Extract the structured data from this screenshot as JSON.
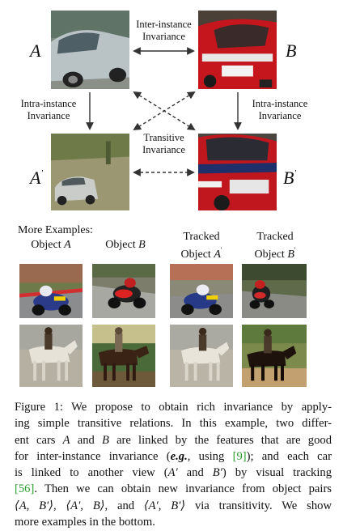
{
  "labels": {
    "a": "A",
    "b": "B",
    "a_prime": "A",
    "b_prime": "B",
    "prime_mark": "'"
  },
  "relations": {
    "inter_line1": "Inter-instance",
    "inter_line2": "Invariance",
    "intra_left_line1": "Intra-instance",
    "intra_left_line2": "Invariance",
    "intra_right_line1": "Intra-instance",
    "intra_right_line2": "Invariance",
    "transitive_line1": "Transitive",
    "transitive_line2": "Invariance"
  },
  "examples": {
    "heading": "More Examples:",
    "col1_text": "Object ",
    "col1_var": "A",
    "col2_text": "Object ",
    "col2_var": "B",
    "col3_line1": "Tracked",
    "col3_text": "Object ",
    "col3_var": "A",
    "col4_line1": "Tracked",
    "col4_text": "Object ",
    "col4_var": "B",
    "prime_mark": "'"
  },
  "caption": {
    "l1": "Figure 1: We propose to obtain rich invariance by apply-",
    "l2": "ing simple transitive relations. In this example, two differ-",
    "l3_a": "ent cars ",
    "l3_A": "A",
    "l3_b": " and ",
    "l3_B": "B",
    "l3_c": " are linked by the features that are good",
    "l4_a": "for inter-instance invariance (",
    "l4_eg": "e.g.",
    "l4_b": ", using ",
    "l4_cite": "[9]",
    "l4_c": "); and each car",
    "l5_a": "is linked to another view (",
    "l5_m1": "A′",
    "l5_b": " and ",
    "l5_m2": "B′",
    "l5_c": ") by visual tracking",
    "l6_cite": "[56]",
    "l6_a": ". Then we can obtain new invariance from object pairs",
    "l7_m1": "⟨A, B′⟩",
    "l7_a": ", ",
    "l7_m2": "⟨A′, B⟩",
    "l7_b": ", and ",
    "l7_m3": "⟨A′, B′⟩",
    "l7_c": " via transitivity.  We show",
    "l8": "more examples in the bottom."
  },
  "colors": {
    "citation": "#2ca02c",
    "arrow": "#333333"
  }
}
